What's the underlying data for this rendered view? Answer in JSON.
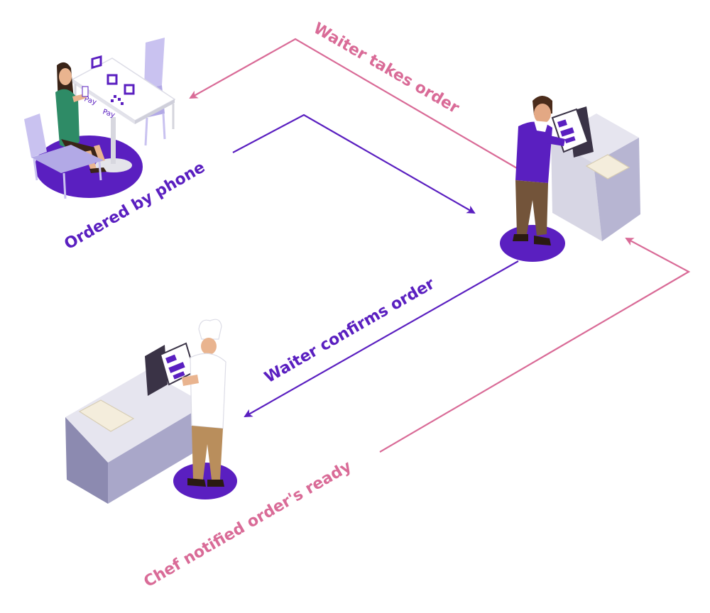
{
  "colors": {
    "purple": "#5a1fc0",
    "pink": "#d96b97",
    "lavender": "#c9c2f0",
    "counter_top": "#e6e5ef",
    "counter_front": "#a9a7c9",
    "counter_side": "#8c8ab0"
  },
  "steps": {
    "ordered_by_phone": "Ordered by phone",
    "waiter_takes_order": "Waiter takes order",
    "waiter_confirms_order": "Waiter confirms order",
    "chef_notified": "Chef notified order's ready"
  },
  "table_sign": {
    "pay_top": "Pay",
    "pay_bottom": "Pay"
  }
}
